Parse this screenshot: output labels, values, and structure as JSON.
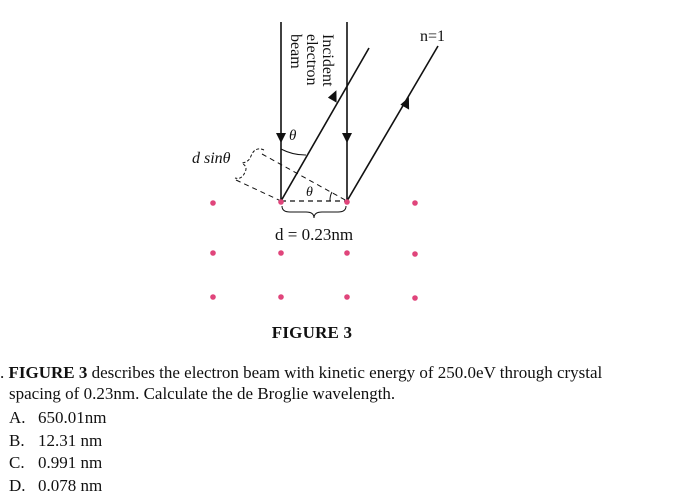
{
  "figure": {
    "beam_label_lines": [
      "Incident",
      "electron",
      "beam"
    ],
    "order_label": "n=1",
    "angle_symbol": "θ",
    "path_difference_label": "d sinθ",
    "spacing_label": "d = 0.23nm",
    "lattice_color": "#e0457b",
    "caption": "FIGURE 3"
  },
  "question": {
    "number_prefix": ". ",
    "bold_lead": "FIGURE 3",
    "text_line1": " describes the electron beam with kinetic energy of 250.0eV through crystal",
    "text_line2": "spacing of 0.23nm. Calculate the de Broglie wavelength."
  },
  "options": [
    {
      "letter": "A.",
      "text": "650.01nm"
    },
    {
      "letter": "B.",
      "text": "12.31 nm"
    },
    {
      "letter": "C.",
      "text": "0.991 nm"
    },
    {
      "letter": "D.",
      "text": "0.078 nm"
    }
  ]
}
